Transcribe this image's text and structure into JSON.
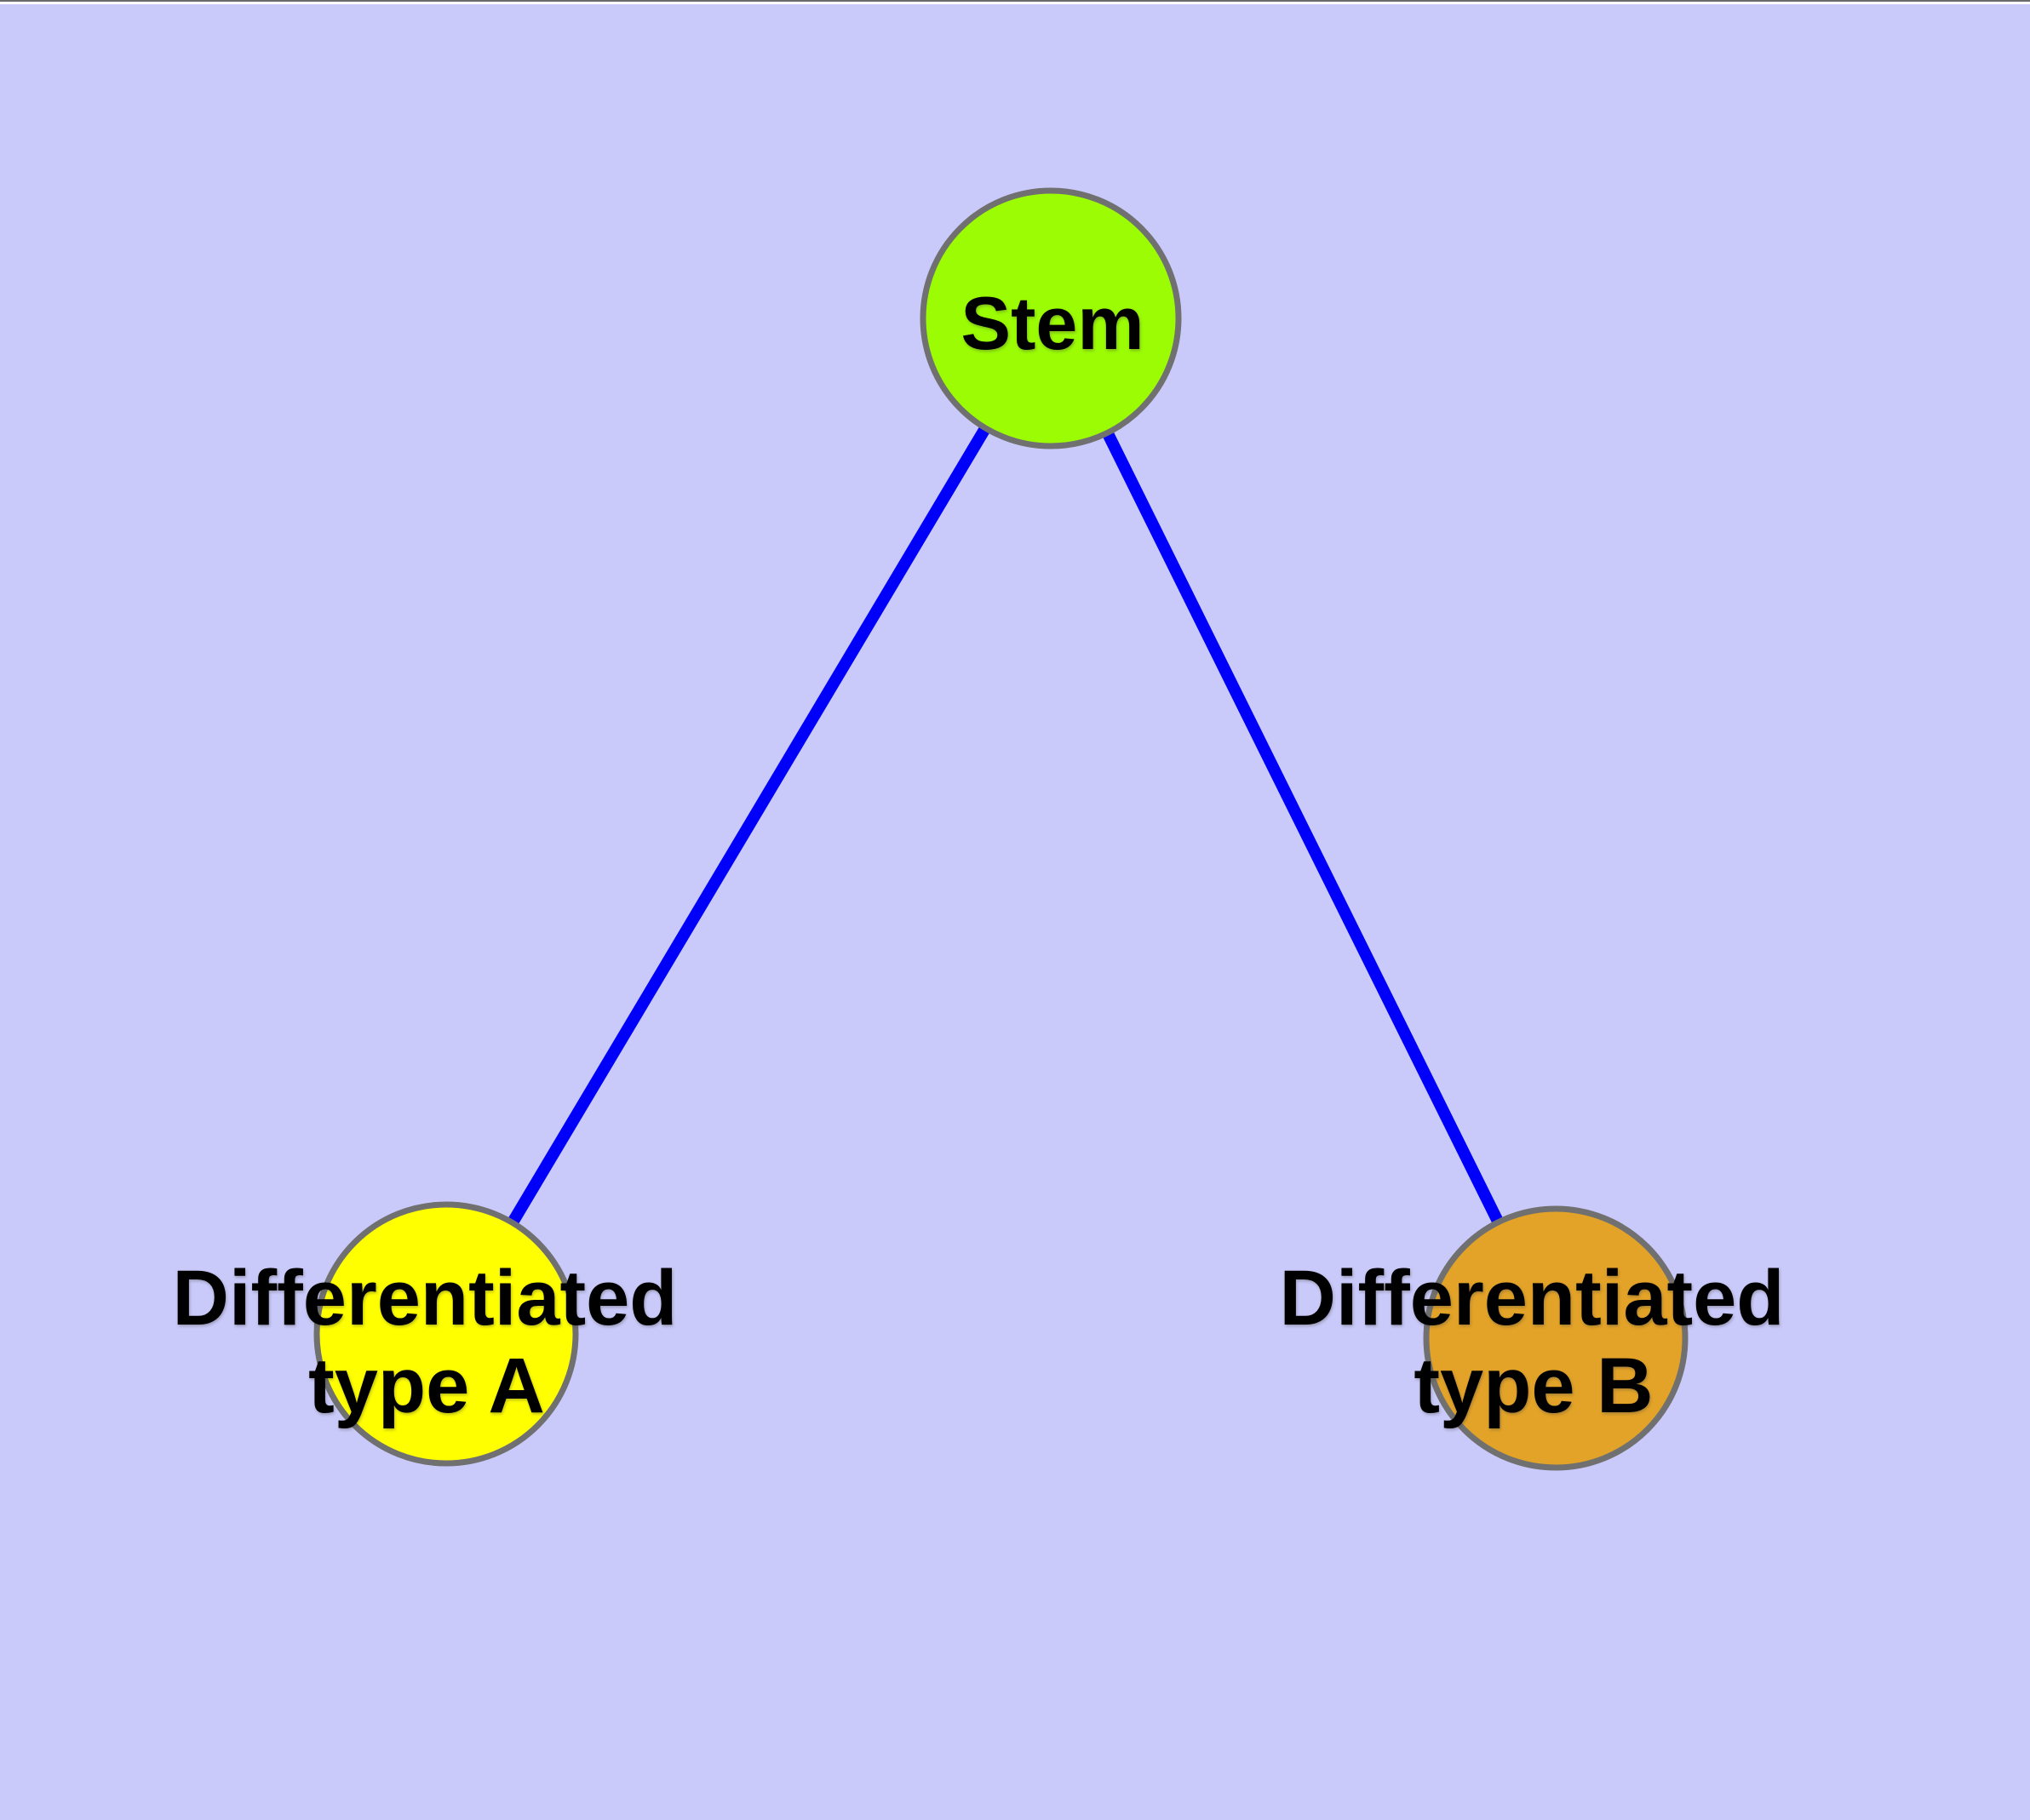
{
  "diagram": {
    "background_color": "#CACAFA",
    "edge_color": "#0000FA",
    "node_border_color": "#707070",
    "label_color": "#000000",
    "nodes": [
      {
        "id": "stem",
        "label": "Stem",
        "fill": "#9BFC04"
      },
      {
        "id": "differentiated-type-a",
        "label": "Differentiated type A",
        "label_lines": [
          "Differentiated",
          "type A"
        ],
        "fill": "#FFFF00"
      },
      {
        "id": "differentiated-type-b",
        "label": "Differentiated type B",
        "label_lines": [
          "Differentiated",
          "type B"
        ],
        "fill": "#E3A328"
      }
    ],
    "edges": [
      {
        "from": "stem",
        "to": "differentiated-type-a"
      },
      {
        "from": "stem",
        "to": "differentiated-type-b"
      }
    ]
  }
}
